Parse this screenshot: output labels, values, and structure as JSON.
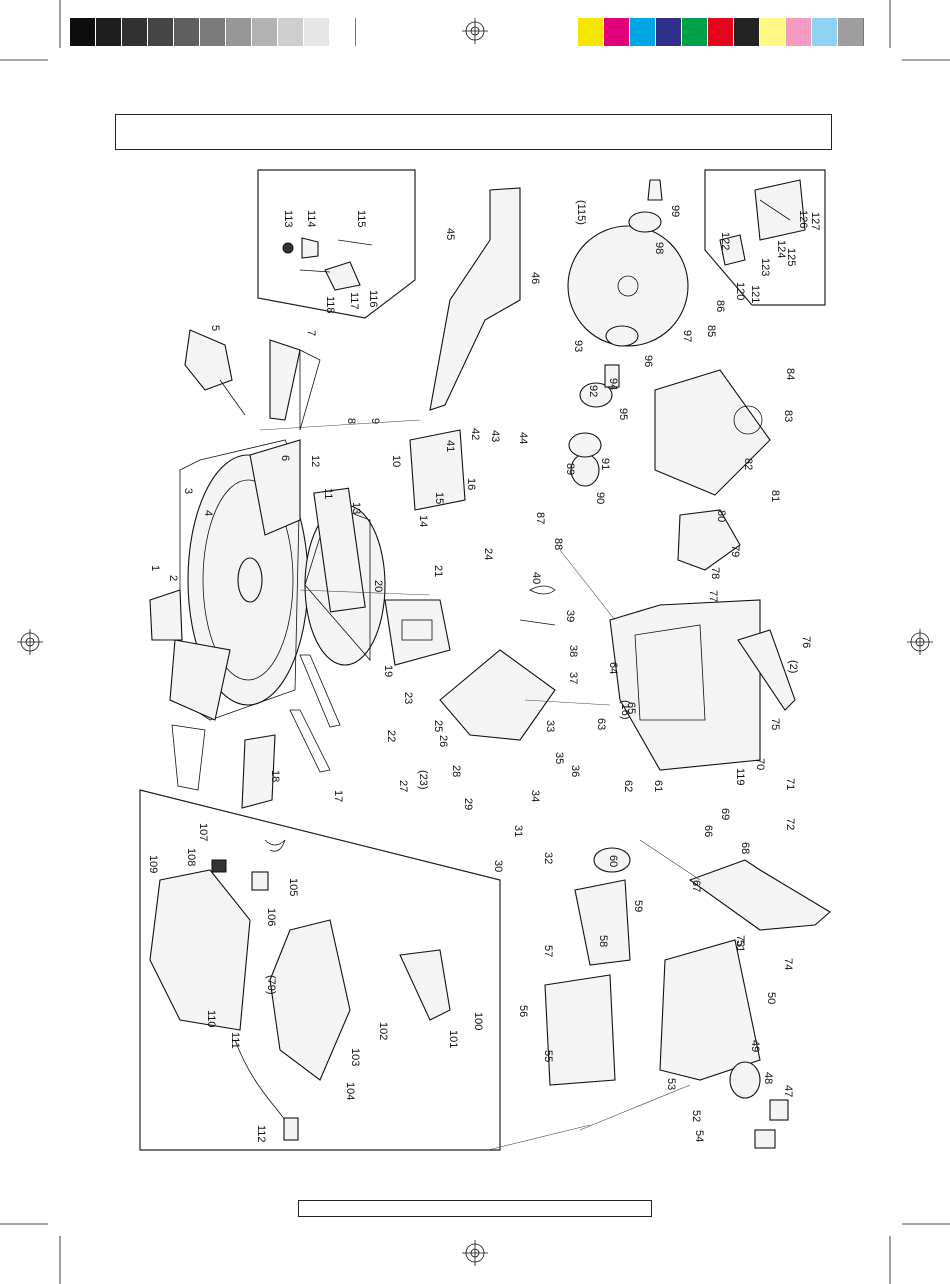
{
  "print_marks": {
    "gray_swatches": [
      "#0d0d0d",
      "#1e1e1e",
      "#313131",
      "#454545",
      "#5f5f5f",
      "#7a7a7a",
      "#969696",
      "#b2b2b2",
      "#cecece",
      "#e6e6e6",
      "#ffffff"
    ],
    "color_swatches": [
      "#f7e400",
      "#e2007a",
      "#00a5e3",
      "#2d3189",
      "#00a046",
      "#e3051b",
      "#232323",
      "#fff685",
      "#f49ac1",
      "#8fd3f4",
      "#9e9e9e"
    ]
  },
  "title_box": {
    "text": ""
  },
  "footer_box": {
    "text": ""
  },
  "part_numbers": [
    "1",
    "2",
    "3",
    "4",
    "5",
    "6",
    "7",
    "8",
    "9",
    "10",
    "11",
    "12",
    "13",
    "14",
    "15",
    "16",
    "17",
    "18",
    "19",
    "20",
    "21",
    "22",
    "23",
    "24",
    "25",
    "26",
    "27",
    "28",
    "29",
    "30",
    "31",
    "32",
    "33",
    "34",
    "35",
    "36",
    "37",
    "38",
    "39",
    "40",
    "41",
    "42",
    "43",
    "44",
    "45",
    "46",
    "47",
    "48",
    "49",
    "50",
    "51",
    "52",
    "53",
    "54",
    "55",
    "56",
    "57",
    "58",
    "59",
    "60",
    "61",
    "62",
    "63",
    "64",
    "65",
    "66",
    "67",
    "68",
    "69",
    "70",
    "71",
    "72",
    "73",
    "74",
    "75",
    "76",
    "77",
    "78",
    "79",
    "80",
    "81",
    "82",
    "83",
    "84",
    "85",
    "86",
    "87",
    "88",
    "89",
    "90",
    "91",
    "92",
    "93",
    "94",
    "95",
    "96",
    "97",
    "98",
    "99",
    "100",
    "101",
    "102",
    "103",
    "104",
    "105",
    "106",
    "107",
    "108",
    "109",
    "110",
    "111",
    "112",
    "113",
    "114",
    "115",
    "116",
    "117",
    "118",
    "119",
    "120",
    "121",
    "122",
    "123",
    "124",
    "125",
    "126",
    "127",
    "(115)",
    "(16)",
    "(2)",
    "(23)",
    "(79)"
  ]
}
